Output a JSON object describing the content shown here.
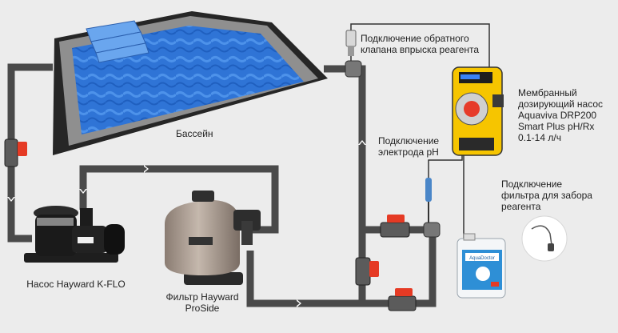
{
  "labels": {
    "pool": "Бассейн",
    "pump": "Насос Hayward K-FLO",
    "filter": "Фильтр Hayward\nProSide",
    "check_valve": "Подключение  обратного\nклапана впрыска реагента",
    "ph_electrode": "Подключение\nэлектрода pH",
    "dosing_pump": "Мембранный\nдозирующий насос\nAquaviva DRP200\nSmart Plus pH/Rx\n0.1-14 л/ч",
    "suction_filter": "Подключение\nфильтра для  забора\nреагента"
  },
  "canister_brand": "AquaDoctor",
  "colors": {
    "pipe": "#4a4a4a",
    "pool_water": "#2f74d6",
    "pool_frame": "#262626",
    "valve_handle": "#e53a24",
    "dosing_pump_yellow": "#f6c500",
    "background": "#ececec"
  }
}
